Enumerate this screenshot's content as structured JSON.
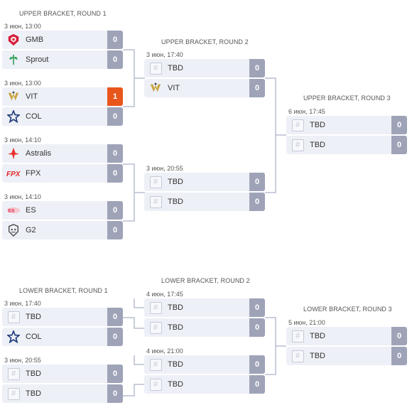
{
  "upper": {
    "r1_title": "UPPER BRACKET, ROUND 1",
    "r2_title": "UPPER BRACKET, ROUND 2",
    "r3_title": "UPPER BRACKET, ROUND 3",
    "matches": [
      {
        "time": "3 июн, 13:00",
        "teams": [
          {
            "name": "GMB",
            "logo": "gambit-logo",
            "score": "0",
            "win": false
          },
          {
            "name": "Sprout",
            "logo": "sprout-logo",
            "score": "0",
            "win": false
          }
        ]
      },
      {
        "time": "3 июн, 13:00",
        "teams": [
          {
            "name": "VIT",
            "logo": "vitality-logo",
            "score": "1",
            "win": true
          },
          {
            "name": "COL",
            "logo": "complexity-logo",
            "score": "0",
            "win": false
          }
        ]
      },
      {
        "time": "3 июн, 14:10",
        "teams": [
          {
            "name": "Astralis",
            "logo": "astralis-logo",
            "score": "0",
            "win": false
          },
          {
            "name": "FPX",
            "logo": "fpx-logo",
            "score": "0",
            "win": false
          }
        ]
      },
      {
        "time": "3 июн, 14:10",
        "teams": [
          {
            "name": "ES",
            "logo": "es-logo",
            "score": "0",
            "win": false
          },
          {
            "name": "G2",
            "logo": "g2-logo",
            "score": "0",
            "win": false
          }
        ]
      },
      {
        "time": "3 июн, 17:40",
        "teams": [
          {
            "name": "TBD",
            "logo": "tbd-logo",
            "score": "0",
            "win": false
          },
          {
            "name": "VIT",
            "logo": "vitality-logo",
            "score": "0",
            "win": false
          }
        ]
      },
      {
        "time": "3 июн, 20:55",
        "teams": [
          {
            "name": "TBD",
            "logo": "tbd-logo",
            "score": "0",
            "win": false
          },
          {
            "name": "TBD",
            "logo": "tbd-logo",
            "score": "0",
            "win": false
          }
        ]
      },
      {
        "time": "6 июн, 17:45",
        "teams": [
          {
            "name": "TBD",
            "logo": "tbd-logo",
            "score": "0",
            "win": false
          },
          {
            "name": "TBD",
            "logo": "tbd-logo",
            "score": "0",
            "win": false
          }
        ]
      }
    ]
  },
  "lower": {
    "r1_title": "LOWER BRACKET, ROUND 1",
    "r2_title": "LOWER BRACKET, ROUND 2",
    "r3_title": "LOWER BRACKET, ROUND 3",
    "matches": [
      {
        "time": "3 июн, 17:40",
        "teams": [
          {
            "name": "TBD",
            "logo": "tbd-logo",
            "score": "0",
            "win": false
          },
          {
            "name": "COL",
            "logo": "complexity-logo",
            "score": "0",
            "win": false
          }
        ]
      },
      {
        "time": "3 июн, 20:55",
        "teams": [
          {
            "name": "TBD",
            "logo": "tbd-logo",
            "score": "0",
            "win": false
          },
          {
            "name": "TBD",
            "logo": "tbd-logo",
            "score": "0",
            "win": false
          }
        ]
      },
      {
        "time": "4 июн, 17:45",
        "teams": [
          {
            "name": "TBD",
            "logo": "tbd-logo",
            "score": "0",
            "win": false
          },
          {
            "name": "TBD",
            "logo": "tbd-logo",
            "score": "0",
            "win": false
          }
        ]
      },
      {
        "time": "4 июн, 21:00",
        "teams": [
          {
            "name": "TBD",
            "logo": "tbd-logo",
            "score": "0",
            "win": false
          },
          {
            "name": "TBD",
            "logo": "tbd-logo",
            "score": "0",
            "win": false
          }
        ]
      },
      {
        "time": "5 июн, 21:00",
        "teams": [
          {
            "name": "TBD",
            "logo": "tbd-logo",
            "score": "0",
            "win": false
          },
          {
            "name": "TBD",
            "logo": "tbd-logo",
            "score": "0",
            "win": false
          }
        ]
      }
    ]
  },
  "colors": {
    "accent_win": "#e8561b",
    "score_bg": "#9ea3b8",
    "row_bg": "#eef0f7",
    "connector": "#b9bdd0"
  }
}
